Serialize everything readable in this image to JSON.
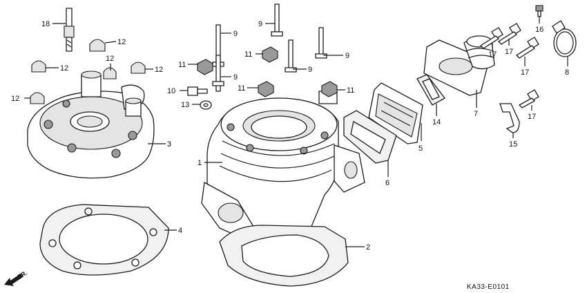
{
  "callouts": {
    "p1": "1",
    "p2": "2",
    "p3": "3",
    "p4": "4",
    "p5": "5",
    "p6": "6",
    "p7": "7",
    "p8": "8",
    "p9a": "9",
    "p9b": "9",
    "p9c": "9",
    "p9d": "9",
    "p9e": "9",
    "p10": "10",
    "p11a": "11",
    "p11b": "11",
    "p11c": "11",
    "p11d": "11",
    "p12a": "12",
    "p12b": "12",
    "p12c": "12",
    "p12d": "12",
    "p12e": "12",
    "p13": "13",
    "p14": "14",
    "p15": "15",
    "p16": "16",
    "p17a": "17",
    "p17b": "17",
    "p17c": "17",
    "p17d": "17",
    "p18": "18"
  },
  "diagram_code": "KA33-E0101",
  "direction_label": "FR."
}
